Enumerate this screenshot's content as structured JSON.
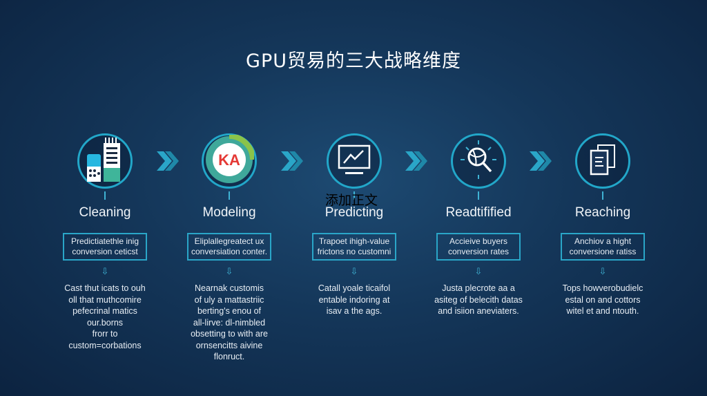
{
  "title": "GPU贸易的三大战略维度",
  "overlay_text": "添加正文",
  "accent": "#22a7c9",
  "steps": [
    {
      "icon": "building-chart-icon",
      "label": "Cleaning",
      "box": [
        "Predictiatethle inig",
        "conversion ceticst"
      ],
      "desc": [
        "Cast thut icats to ouh",
        "oll that muthcomire",
        "pefecrinal matics",
        "our.borns",
        "frorr to",
        "custom=corbations"
      ]
    },
    {
      "icon": "ka-logo-icon",
      "label": "Modeling",
      "box": [
        "Eliplallegreatect ux",
        "conversiation conter."
      ],
      "desc": [
        "Nearnak customis",
        "of uly a mattastriic",
        "berting's enou of",
        "all-lirve: dl-nimbled",
        "obsetting to with are",
        "ornsencitts aivine",
        "flonruct."
      ]
    },
    {
      "icon": "monitor-chart-icon",
      "label": "Predicting",
      "box": [
        "Trapoet ihigh-value",
        "frictons no customni"
      ],
      "desc": [
        "Catall yoale ticaifol",
        "entable indoring at",
        "isav a the ags."
      ]
    },
    {
      "icon": "globe-magnifier-icon",
      "label": "Readtifified",
      "box": [
        "Accieive buyers",
        "conversion rates"
      ],
      "desc": [
        "Justa plecrote aa a",
        "asiteg of belecith datas",
        "and isiion aneviaters."
      ]
    },
    {
      "icon": "documents-icon",
      "label": "Reaching",
      "box": [
        "Anchiov a hight",
        "conversione ratiss"
      ],
      "desc": [
        "Tops howverobudielc",
        "estal on and cottors",
        "witel et and ntouth."
      ]
    }
  ]
}
